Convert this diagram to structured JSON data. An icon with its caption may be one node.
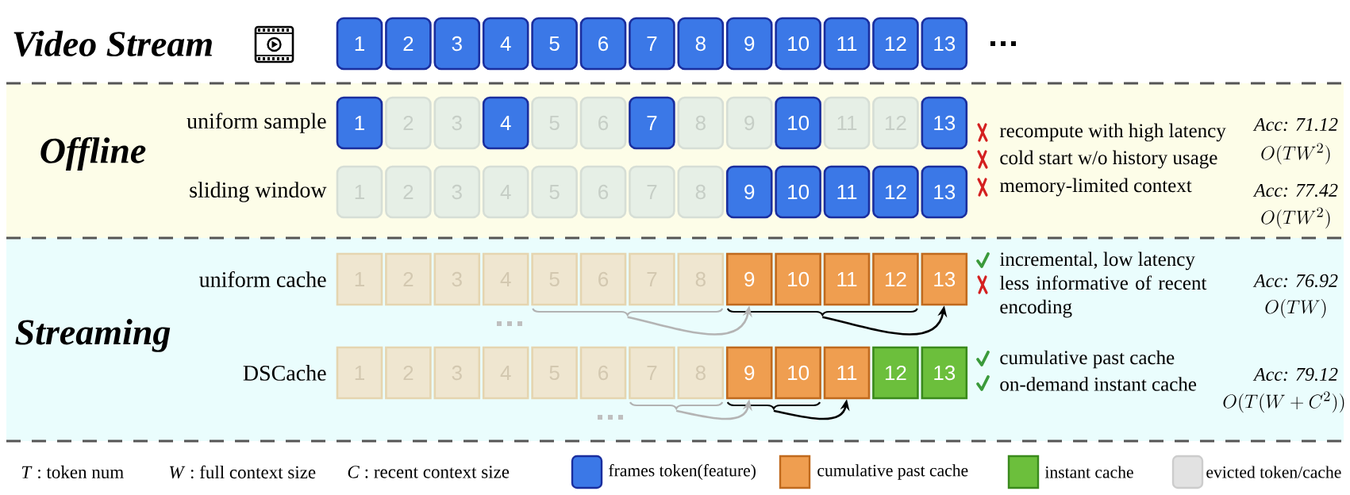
{
  "diagram": {
    "nodes": [
      {
        "text": [
          "1"
        ]
      },
      {
        "text": [
          "2"
        ]
      },
      {
        "text": [
          "3"
        ]
      },
      {
        "text": [
          "4"
        ]
      },
      {
        "text": [
          "5"
        ]
      },
      {
        "text": [
          "6"
        ]
      },
      {
        "text": [
          "7"
        ]
      },
      {
        "text": [
          "8"
        ]
      },
      {
        "text": [
          "9"
        ]
      },
      {
        "text": [
          "10"
        ]
      },
      {
        "text": [
          "11"
        ]
      },
      {
        "text": [
          "12"
        ]
      },
      {
        "text": [
          "13"
        ]
      },
      {
        "text": [
          "1"
        ]
      },
      {
        "text": [
          "2"
        ]
      },
      {
        "text": [
          "3"
        ]
      },
      {
        "text": [
          "4"
        ]
      },
      {
        "text": [
          "5"
        ]
      },
      {
        "text": [
          "6"
        ]
      },
      {
        "text": [
          "7"
        ]
      },
      {
        "text": [
          "8"
        ]
      },
      {
        "text": [
          "9"
        ]
      },
      {
        "text": [
          "10"
        ]
      },
      {
        "text": [
          "11"
        ]
      },
      {
        "text": [
          "12"
        ]
      },
      {
        "text": [
          "13"
        ]
      },
      {
        "text": [
          "1"
        ]
      },
      {
        "text": [
          "2"
        ]
      },
      {
        "text": [
          "3"
        ]
      },
      {
        "text": [
          "4"
        ]
      },
      {
        "text": [
          "5"
        ]
      },
      {
        "text": [
          "6"
        ]
      },
      {
        "text": [
          "7"
        ]
      },
      {
        "text": [
          "8"
        ]
      },
      {
        "text": [
          "9"
        ]
      },
      {
        "text": [
          "10"
        ]
      },
      {
        "text": [
          "11"
        ]
      },
      {
        "text": [
          "12"
        ]
      },
      {
        "text": [
          "13"
        ]
      },
      {
        "text": [
          "1"
        ]
      },
      {
        "text": [
          "2"
        ]
      },
      {
        "text": [
          "3"
        ]
      },
      {
        "text": [
          "4"
        ]
      },
      {
        "text": [
          "5"
        ]
      },
      {
        "text": [
          "6"
        ]
      },
      {
        "text": [
          "7"
        ]
      },
      {
        "text": [
          "8"
        ]
      },
      {
        "text": [
          "9"
        ]
      },
      {
        "text": [
          "10"
        ]
      },
      {
        "text": [
          "11"
        ]
      },
      {
        "text": [
          "12"
        ]
      },
      {
        "text": [
          "13"
        ]
      },
      {
        "text": [
          "1"
        ]
      },
      {
        "text": [
          "2"
        ]
      },
      {
        "text": [
          "3"
        ]
      },
      {
        "text": [
          "4"
        ]
      },
      {
        "text": [
          "5"
        ]
      },
      {
        "text": [
          "6"
        ]
      },
      {
        "text": [
          "7"
        ]
      },
      {
        "text": [
          "8"
        ]
      },
      {
        "text": [
          "9"
        ]
      },
      {
        "text": [
          "10"
        ]
      },
      {
        "text": [
          "11"
        ]
      },
      {
        "text": [
          "12"
        ]
      },
      {
        "text": [
          "13"
        ]
      },
      {
        "text": [],
        "shape": "brace"
      },
      {
        "text": [],
        "shape": "brace"
      },
      {
        "text": [],
        "shape": "brace"
      },
      {
        "text": [],
        "shape": "brace"
      }
    ],
    "edges": [
      {
        "from": 65,
        "to": 47,
        "arrow": "to",
        "color": "#b4b4b4"
      },
      {
        "from": 66,
        "to": 51,
        "arrow": "to",
        "color": "#000000"
      },
      {
        "from": 67,
        "to": 60,
        "arrow": "to",
        "color": "#b4b4b4"
      },
      {
        "from": 68,
        "to": 62,
        "arrow": "to",
        "color": "#000000"
      }
    ],
    "labels": [
      "Video Stream",
      "uniform sample",
      "recompute with high latency",
      "Acc: 71.12",
      "O(TW^2)",
      "Offline",
      "cold start w/o history usage",
      "sliding window",
      "memory-limited context",
      "Acc: 77.42",
      "O(TW^2)",
      "incremental, low latency",
      "uniform cache",
      "less informative of recent encoding",
      "Acc: 76.92",
      "O(TW)",
      "Streaming",
      "DSCache",
      "cumulative past cache",
      "on-demand instant cache",
      "Acc: 79.12",
      "O(T(W+C^2))",
      "*T* : token num",
      "*W* : full context size",
      "*C* : recent context size"
    ],
    "legend": [
      {
        "text": "frames token(feature)",
        "color": "#3b78e7"
      },
      {
        "text": "cumulative past cache",
        "color": "#ef9e50"
      },
      {
        "text": "instant cache",
        "color": "#6cbf3c"
      },
      {
        "text": "evicted token/cache",
        "color": "#e2e2e2"
      }
    ]
  }
}
